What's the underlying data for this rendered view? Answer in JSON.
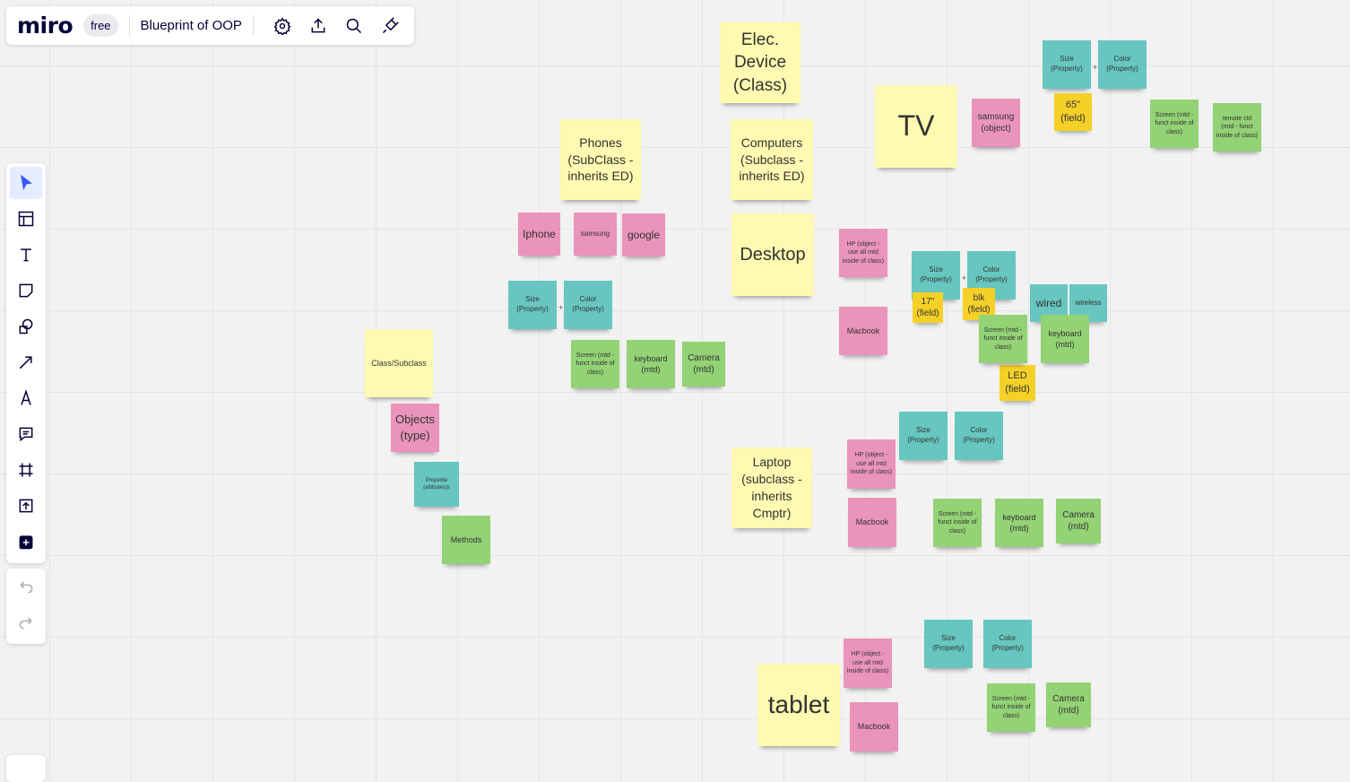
{
  "topbar": {
    "logo": "miro",
    "plan": "free",
    "board_title": "Blueprint of OOP",
    "icons": [
      "settings-icon",
      "share-upload-icon",
      "search-icon",
      "plugin-icon"
    ]
  },
  "left_toolbar": {
    "tools": [
      "select-icon",
      "templates-icon",
      "text-icon",
      "sticky-note-icon",
      "shapes-icon",
      "arrow-icon",
      "pen-icon",
      "comment-icon",
      "frame-icon",
      "upload-icon",
      "more-apps-icon"
    ],
    "history": [
      "undo-icon",
      "redo-icon"
    ]
  },
  "colors": {
    "yellow": "#fff9b1",
    "gold": "#f5d128",
    "pink": "#ea94bb",
    "teal": "#67c6c0",
    "green": "#93d275"
  },
  "plus_sign": "+",
  "notes": [
    {
      "text": "Elec. Device (Class)",
      "color": "yellow"
    },
    {
      "text": "Phones (SubClass - inherits ED)",
      "color": "yellow"
    },
    {
      "text": "Computers (Subclass - inherits ED)",
      "color": "yellow"
    },
    {
      "text": "TV",
      "color": "yellow"
    },
    {
      "text": "Desktop",
      "color": "yellow"
    },
    {
      "text": "Class/Subclass",
      "color": "yellow"
    },
    {
      "text": "Laptop (subclass - inherits Cmptr)",
      "color": "yellow"
    },
    {
      "text": "tablet",
      "color": "yellow"
    },
    {
      "text": "samsung (object)",
      "color": "pink"
    },
    {
      "text": "Iphone",
      "color": "pink"
    },
    {
      "text": "samsung",
      "color": "pink"
    },
    {
      "text": "google",
      "color": "pink"
    },
    {
      "text": "HP (object - use all mtd inside of class)",
      "color": "pink"
    },
    {
      "text": "Macbook",
      "color": "pink"
    },
    {
      "text": "Objects (type)",
      "color": "pink"
    },
    {
      "text": "HP (object - use all mtd inside of class)",
      "color": "pink"
    },
    {
      "text": "Macbook",
      "color": "pink"
    },
    {
      "text": "HP (object - use all mtd inside of class)",
      "color": "pink"
    },
    {
      "text": "Macbook",
      "color": "pink"
    },
    {
      "text": "Size (Property)",
      "color": "teal"
    },
    {
      "text": "Color (Property)",
      "color": "teal"
    },
    {
      "text": "Size (Property)",
      "color": "teal"
    },
    {
      "text": "Color (Property)",
      "color": "teal"
    },
    {
      "text": "Size (Property)",
      "color": "teal"
    },
    {
      "text": "Color (Property)",
      "color": "teal"
    },
    {
      "text": "wired",
      "color": "teal"
    },
    {
      "text": "wireless",
      "color": "teal"
    },
    {
      "text": "Propertie (attibutes)s",
      "color": "teal"
    },
    {
      "text": "Size (Property)",
      "color": "teal"
    },
    {
      "text": "Color (Property)",
      "color": "teal"
    },
    {
      "text": "Size (Property)",
      "color": "teal"
    },
    {
      "text": "Color (Property)",
      "color": "teal"
    },
    {
      "text": "65\" (field)",
      "color": "gold"
    },
    {
      "text": "17\" (field)",
      "color": "gold"
    },
    {
      "text": "blk (field)",
      "color": "gold"
    },
    {
      "text": "LED (field)",
      "color": "gold"
    },
    {
      "text": "Screen (mtd - funct inside of class)",
      "color": "green"
    },
    {
      "text": "remote ctrl (mtd - funct inside of class)",
      "color": "green"
    },
    {
      "text": "Screen (mtd - funct inside of class)",
      "color": "green"
    },
    {
      "text": "keyboard (mtd)",
      "color": "green"
    },
    {
      "text": "Camera (mtd)",
      "color": "green"
    },
    {
      "text": "Methods",
      "color": "green"
    },
    {
      "text": "Screen (mtd - funct inside of class)",
      "color": "green"
    },
    {
      "text": "keyboard (mtd)",
      "color": "green"
    },
    {
      "text": "Screen (mtd - funct inside of class)",
      "color": "green"
    },
    {
      "text": "keyboard (mtd)",
      "color": "green"
    },
    {
      "text": "Camera (mtd)",
      "color": "green"
    },
    {
      "text": "Screen (mtd - funct inside of class)",
      "color": "green"
    },
    {
      "text": "Camera (mtd)",
      "color": "green"
    }
  ]
}
